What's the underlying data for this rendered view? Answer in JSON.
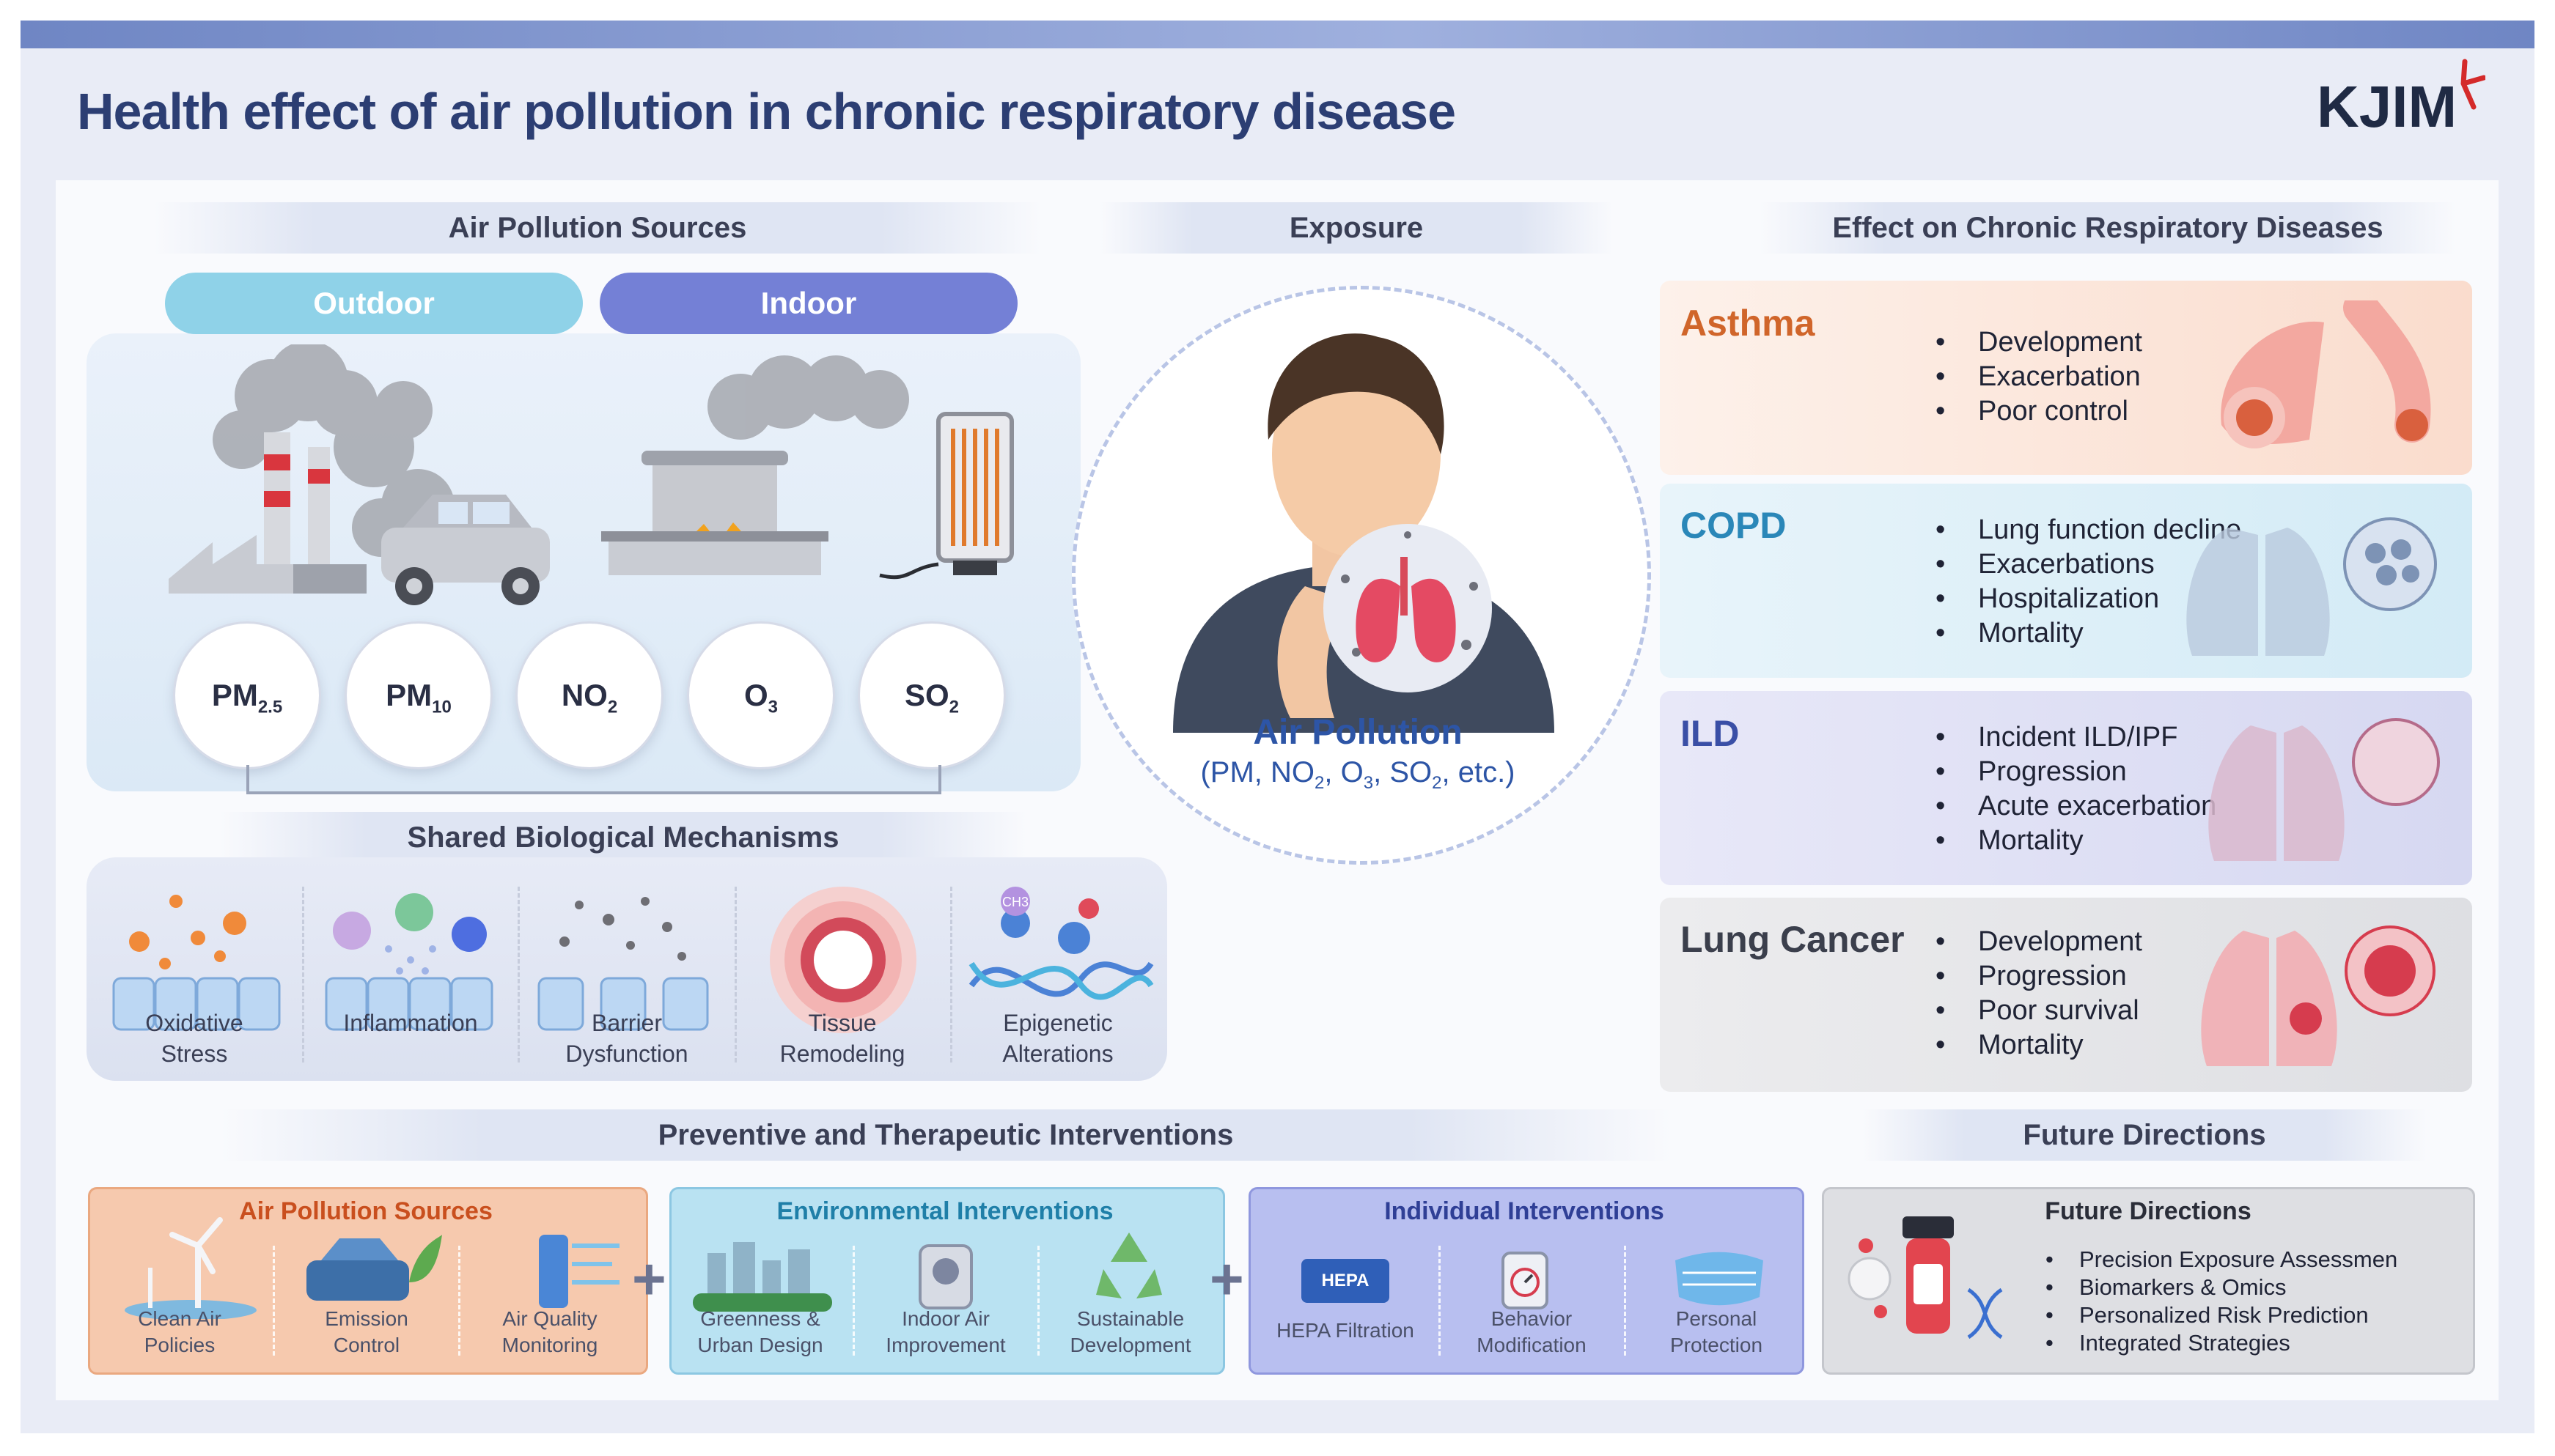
{
  "header": {
    "title": "Health effect of air pollution in chronic respiratory disease",
    "logo": "KJIM"
  },
  "sources": {
    "heading": "Air Pollution Sources",
    "outdoor_label": "Outdoor",
    "indoor_label": "Indoor",
    "pollutants": [
      {
        "base": "PM",
        "sub": "2.5"
      },
      {
        "base": "PM",
        "sub": "10"
      },
      {
        "base": "NO",
        "sub": "2"
      },
      {
        "base": "O",
        "sub": "3"
      },
      {
        "base": "SO",
        "sub": "2"
      }
    ]
  },
  "mechanisms": {
    "heading": "Shared Biological Mechanisms",
    "items": [
      {
        "line1": "Oxidative",
        "line2": "Stress"
      },
      {
        "line1": "",
        "line2": "Inflammation"
      },
      {
        "line1": "Barrier",
        "line2": "Dysfunction"
      },
      {
        "line1": "Tissue",
        "line2": "Remodeling"
      },
      {
        "line1": "Epigenetic",
        "line2": "Alterations"
      }
    ],
    "methyl_label": "CH3"
  },
  "exposure": {
    "heading": "Exposure",
    "title": "Air Pollution",
    "sub_open": "(PM, NO",
    "sub_no2": "2",
    "sub_o": ", O",
    "sub_o3": "3",
    "sub_so": ", SO",
    "sub_so2": "2",
    "sub_close": ", etc.)"
  },
  "effects": {
    "heading": "Effect on Chronic Respiratory Diseases",
    "diseases": [
      {
        "name": "Asthma",
        "color": "#d0652a",
        "items": [
          "Development",
          "Exacerbation",
          "Poor control"
        ]
      },
      {
        "name": "COPD",
        "color": "#2a87b8",
        "items": [
          "Lung function decline",
          "Exacerbations",
          "Hospitalization",
          "Mortality"
        ]
      },
      {
        "name": "ILD",
        "color": "#3a4fa6",
        "items": [
          "Incident ILD/IPF",
          "Progression",
          "Acute exacerbation",
          "Mortality"
        ]
      },
      {
        "name": "Lung Cancer",
        "color": "#3b3f4c",
        "items": [
          "Development",
          "Progression",
          "Poor survival",
          "Mortality"
        ]
      }
    ]
  },
  "interventions": {
    "heading": "Preventive and Therapeutic Interventions",
    "groups": [
      {
        "title": "Air Pollution Sources",
        "items": [
          {
            "l1": "Clean Air",
            "l2": "Policies"
          },
          {
            "l1": "Emission",
            "l2": "Control"
          },
          {
            "l1": "Air Quality",
            "l2": "Monitoring"
          }
        ]
      },
      {
        "title": "Environmental Interventions",
        "items": [
          {
            "l1": "Greenness &",
            "l2": "Urban Design"
          },
          {
            "l1": "Indoor Air",
            "l2": "Improvement"
          },
          {
            "l1": "Sustainable",
            "l2": "Development"
          }
        ]
      },
      {
        "title": "Individual Interventions",
        "items": [
          {
            "l1": "HEPA Filtration",
            "l2": ""
          },
          {
            "l1": "Behavior",
            "l2": "Modification"
          },
          {
            "l1": "Personal",
            "l2": "Protection"
          }
        ]
      }
    ],
    "hepa_label": "HEPA",
    "plus": "+"
  },
  "future": {
    "heading": "Future Directions",
    "box_title": "Future Directions",
    "items": [
      "Precision Exposure Assessmen",
      "Biomarkers & Omics",
      "Personalized Risk Prediction",
      "Integrated Strategies"
    ]
  },
  "colors": {
    "navy": "#2c3e73",
    "outdoor": "#8fd2e8",
    "indoor": "#7480d6",
    "source_box": "#f6c9ae",
    "env_box": "#b9e2f2",
    "ind_box": "#b8bff0",
    "fut_box": "#dedfe3"
  }
}
